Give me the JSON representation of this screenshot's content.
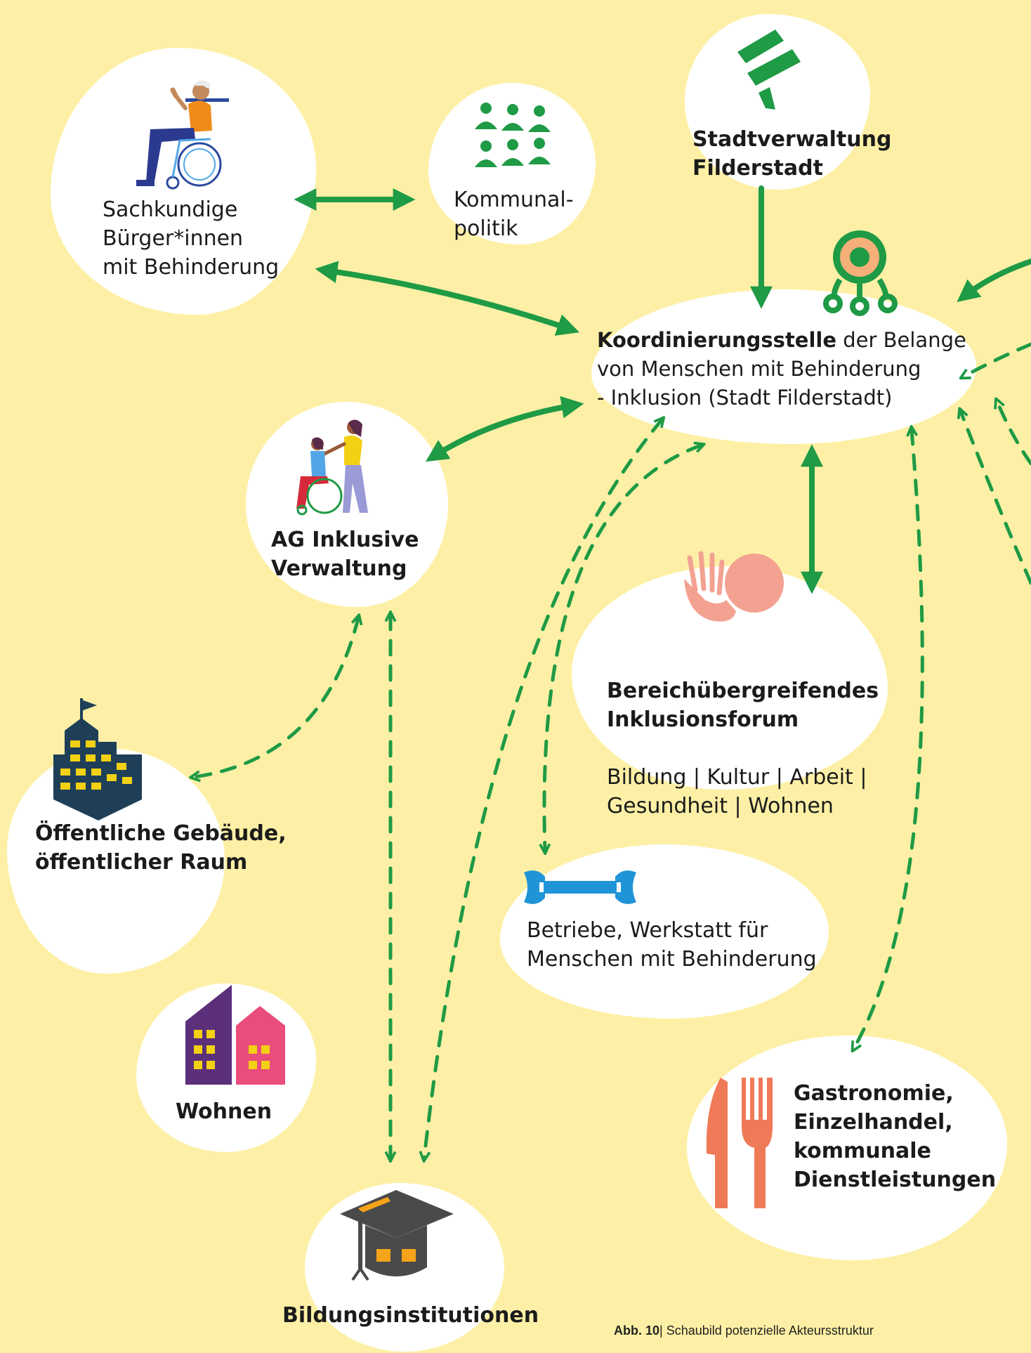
{
  "colors": {
    "background": "#fdf0a6",
    "blob": "#ffffff",
    "arrow": "#1f9a45",
    "text": "#1b1b1b"
  },
  "nodes": {
    "buerger": {
      "label": "Sachkundige\nBürger*innen\nmit Behinderung",
      "icon": "wheelchair-user-icon"
    },
    "kommunalpolitik": {
      "label": "Kommunal-\npolitik",
      "icon": "people-group-icon"
    },
    "stadtverwaltung": {
      "label": "Stadtverwaltung\nFilderstadt",
      "icon": "filderstadt-logo-icon"
    },
    "koordinierung": {
      "label_bold": "Koordinierungsstelle",
      "label_rest": " der Belange\nvon Menschen mit Behinderung\n- Inklusion (Stadt Filderstadt)",
      "icon": "network-hub-icon"
    },
    "ag_verwaltung": {
      "label": "AG Inklusive\nVerwaltung",
      "icon": "wheelchair-assistance-icon"
    },
    "inklusionsforum": {
      "label_bold": "Bereichübergreifendes\nInklusionsforum",
      "label_rest": "Bildung | Kultur | Arbeit |\nGesundheit | Wohnen",
      "icon": "hand-speech-icon"
    },
    "gebaeude": {
      "label": "Öffentliche Gebäude,\nöffentlicher Raum",
      "icon": "building-icon"
    },
    "betriebe": {
      "label": "Betriebe, Werkstatt für\nMenschen mit Behinderung",
      "icon": "wrench-icon"
    },
    "wohnen": {
      "label": "Wohnen",
      "icon": "houses-icon"
    },
    "bildung": {
      "label": "Bildungsinstitutionen",
      "icon": "graduation-cap-icon"
    },
    "gastronomie": {
      "label": "Gastronomie,\nEinzelhandel,\nkommunale\nDienstleistungen",
      "icon": "knife-fork-icon"
    }
  },
  "caption": {
    "number": "Abb. 10",
    "text": "| Schaubild potenzielle Akteursstruktur"
  }
}
